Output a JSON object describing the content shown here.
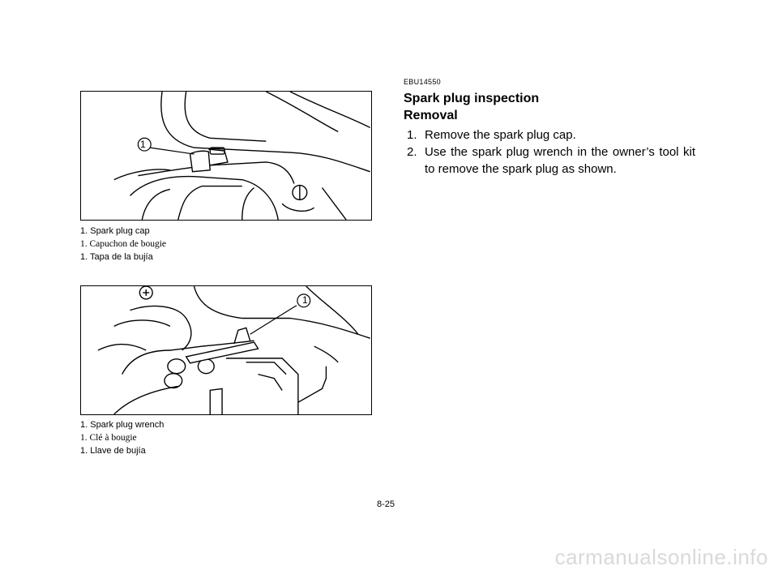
{
  "figures": [
    {
      "callout": "1",
      "captions": [
        "1.  Spark plug cap",
        "1.  Capuchon de bougie",
        "1.  Tapa de la bujía"
      ]
    },
    {
      "callout": "1",
      "captions": [
        "1.  Spark plug wrench",
        "1.  Clé à bougie",
        "1.  Llave de bujía"
      ]
    }
  ],
  "section": {
    "code": "EBU14550",
    "title": "Spark plug inspection",
    "subtitle": "Removal",
    "steps": [
      {
        "num": "1.",
        "text": "Remove the spark plug cap."
      },
      {
        "num": "2.",
        "text": "Use the spark plug wrench in the owner’s tool kit to remove the spark plug as shown."
      }
    ]
  },
  "page_number": "8-25",
  "watermark": "carmanualsonline.info"
}
